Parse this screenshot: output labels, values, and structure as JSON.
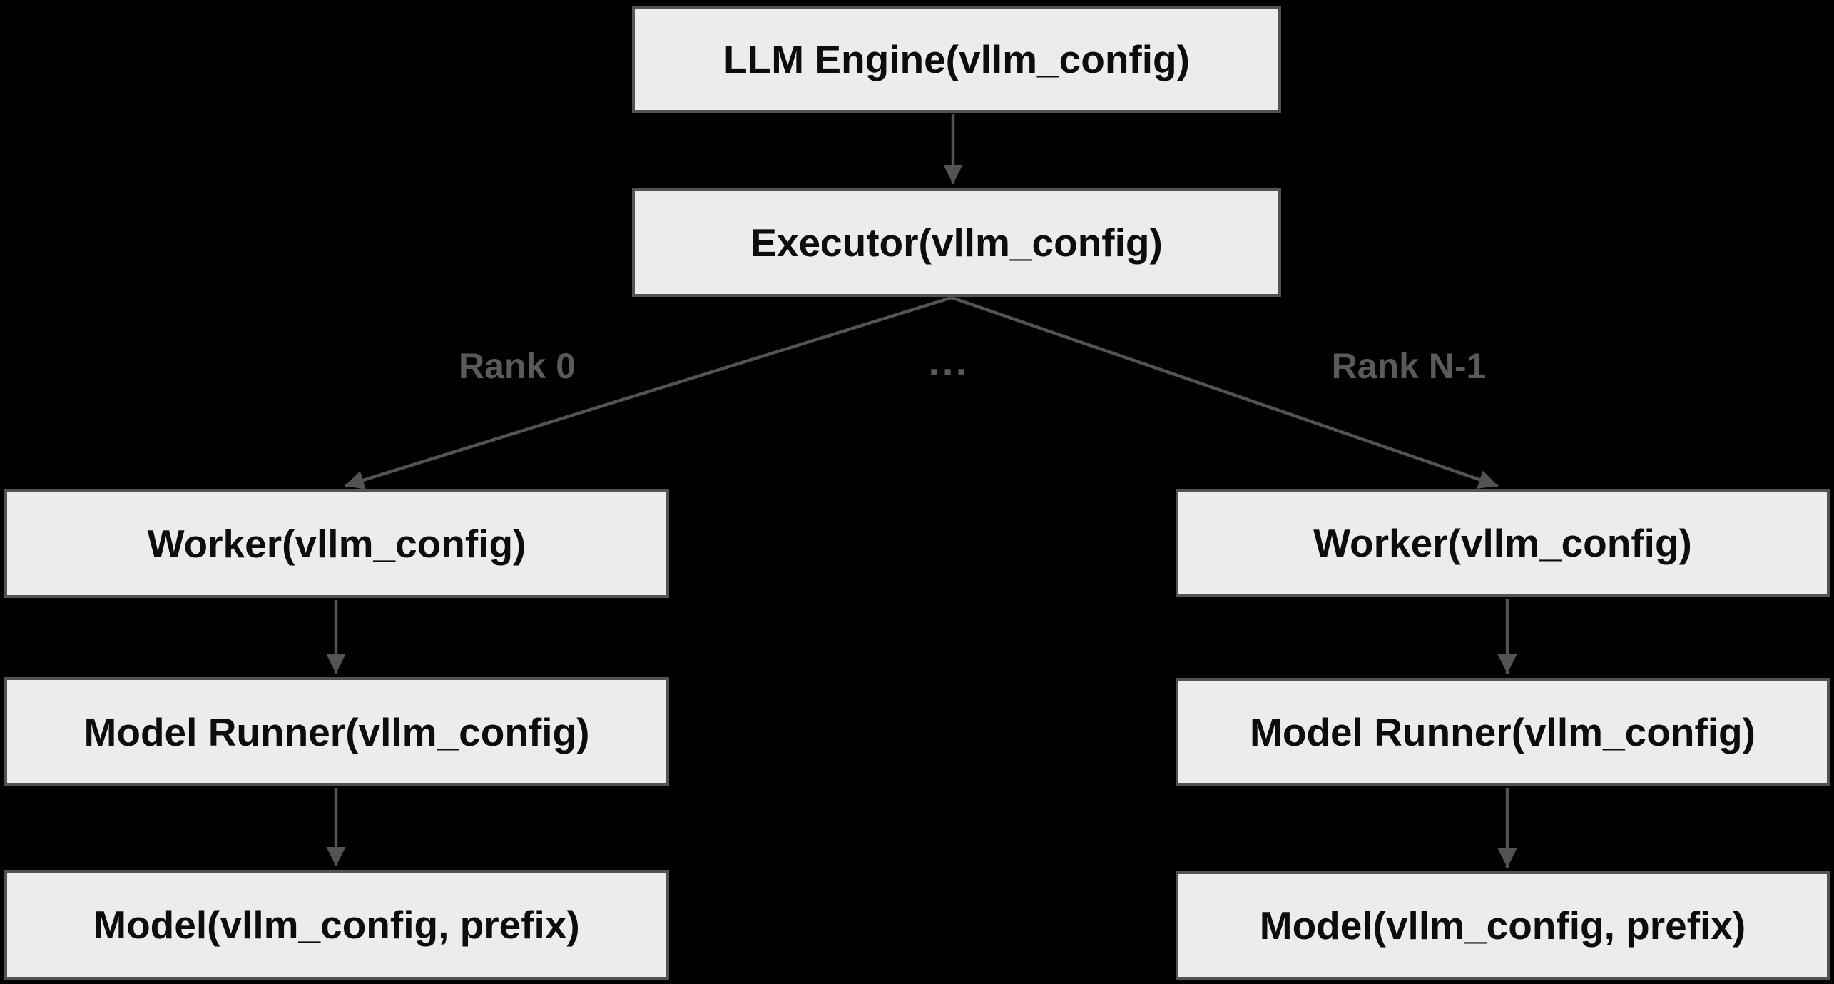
{
  "styles": {
    "background": "#000000",
    "box_fill": "#ececec",
    "box_border": "#535353",
    "box_text": "#0d0d0d",
    "arrow_color": "#535353",
    "label_color": "#5a5a5a"
  },
  "nodes": {
    "llm_engine": {
      "label": "LLM Engine(vllm_config)"
    },
    "executor": {
      "label": "Executor(vllm_config)"
    },
    "worker_left": {
      "label": "Worker(vllm_config)"
    },
    "model_runner_left": {
      "label": "Model Runner(vllm_config)"
    },
    "model_left": {
      "label": "Model(vllm_config, prefix)"
    },
    "worker_right": {
      "label": "Worker(vllm_config)"
    },
    "model_runner_right": {
      "label": "Model Runner(vllm_config)"
    },
    "model_right": {
      "label": "Model(vllm_config, prefix)"
    }
  },
  "edge_labels": {
    "rank_0": "Rank 0",
    "ellipsis": "...",
    "rank_n_minus_1": "Rank N-1"
  }
}
